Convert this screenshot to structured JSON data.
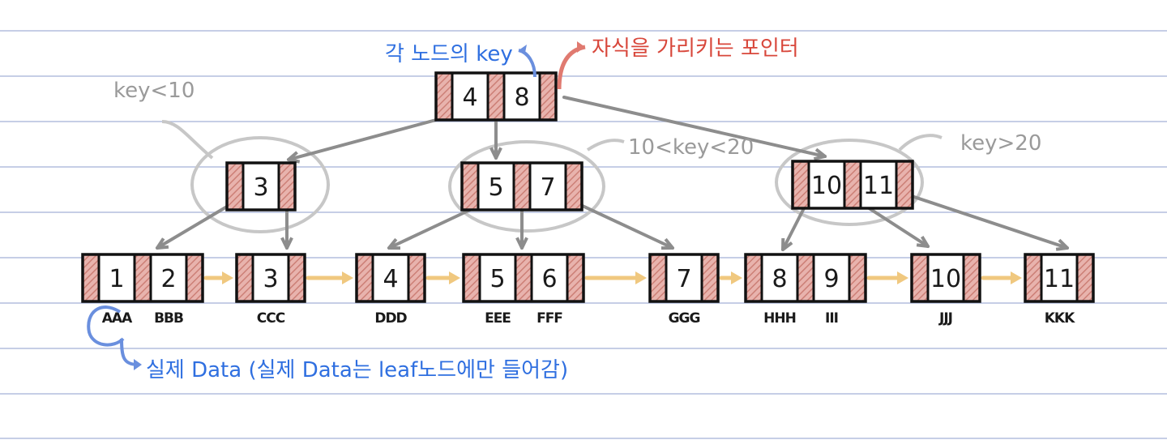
{
  "annotations": {
    "key_label": "각 노드의 key",
    "pointer_label": "자식을 가리키는 포인터",
    "range_left": "key<10",
    "range_middle": "10<key<20",
    "range_right": "key>20",
    "data_note": "실제 Data (실제 Data는 leaf노드에만 들어감)"
  },
  "nodes": {
    "root": [
      "4",
      "8"
    ],
    "internal": [
      [
        "3"
      ],
      [
        "5",
        "7"
      ],
      [
        "10",
        "11"
      ]
    ],
    "leaves": [
      {
        "keys": [
          "1",
          "2"
        ],
        "data": [
          "AAA",
          "BBB"
        ]
      },
      {
        "keys": [
          "3"
        ],
        "data": [
          "CCC"
        ]
      },
      {
        "keys": [
          "4"
        ],
        "data": [
          "DDD"
        ]
      },
      {
        "keys": [
          "5",
          "6"
        ],
        "data": [
          "EEE",
          "FFF"
        ]
      },
      {
        "keys": [
          "7"
        ],
        "data": [
          "GGG"
        ]
      },
      {
        "keys": [
          "8",
          "9"
        ],
        "data": [
          "HHH",
          "III"
        ]
      },
      {
        "keys": [
          "10"
        ],
        "data": [
          "JJJ"
        ]
      },
      {
        "keys": [
          "11"
        ],
        "data": [
          "KKK"
        ]
      }
    ]
  },
  "colors": {
    "line": "#b3bedd",
    "pointer": "#d99a93",
    "edge": "#8d8d8d",
    "leaf_link": "#f0c87f",
    "blue": "#2f6fe0",
    "red": "#d8473b",
    "gray": "#9a9a9a"
  }
}
